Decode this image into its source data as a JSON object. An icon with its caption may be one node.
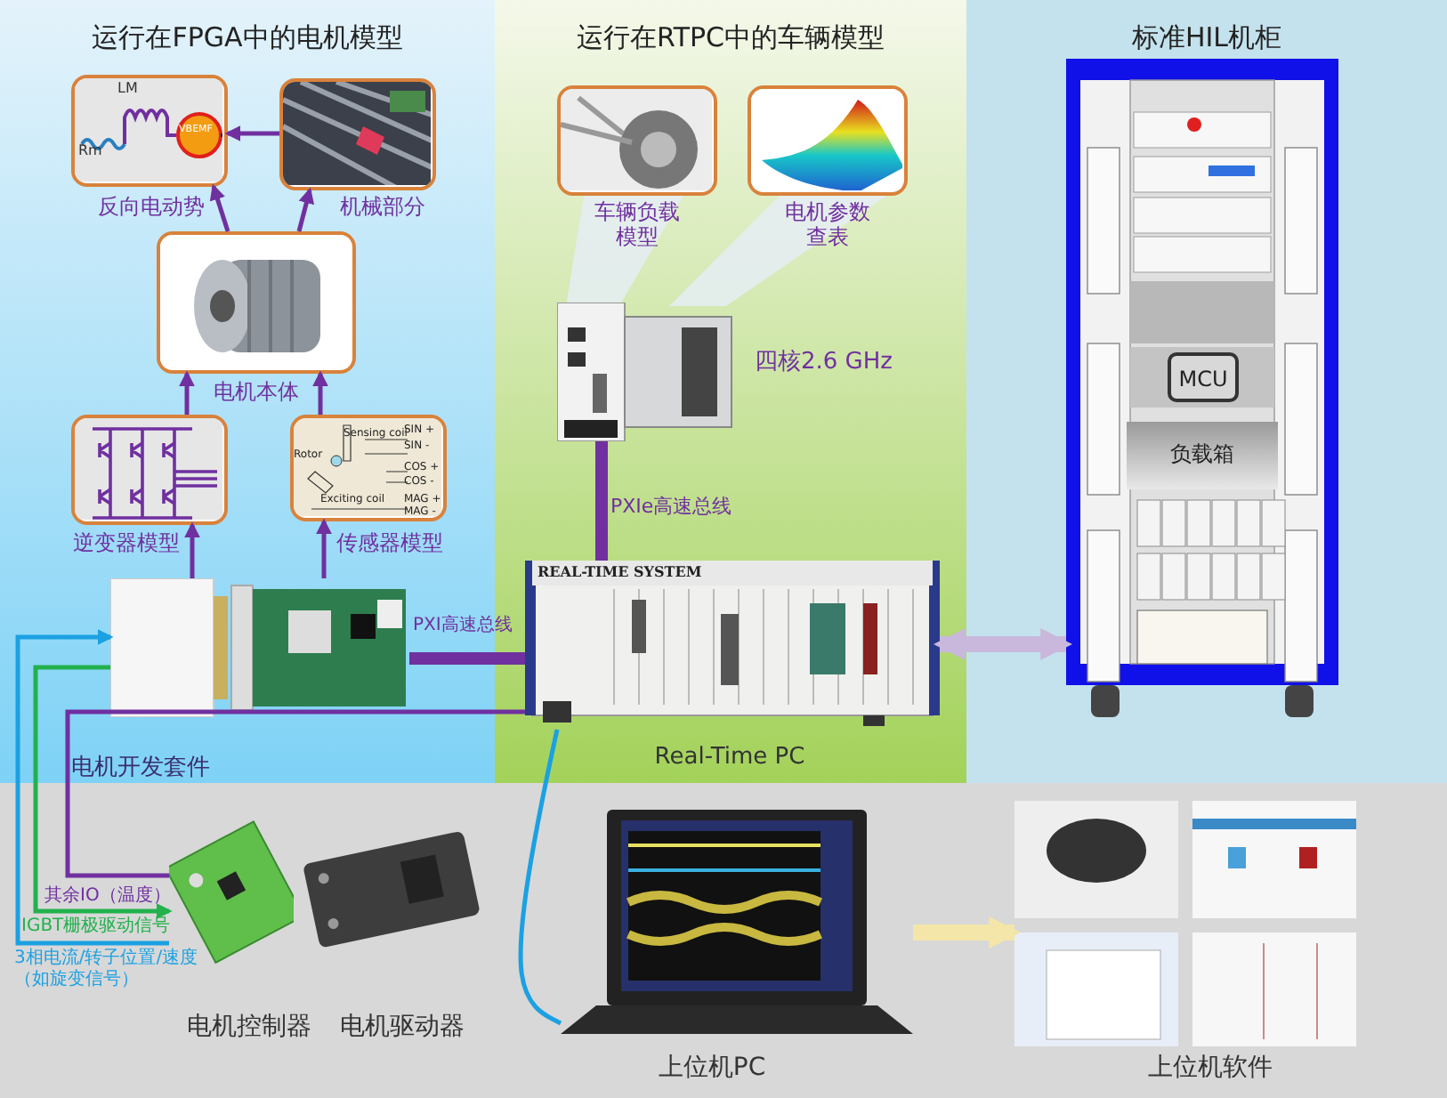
{
  "diagram": {
    "nodes": [
      {
        "text": [
          "运行在FPGA中的电机模型"
        ]
      },
      {
        "text": [],
        "shape": "picture",
        "in": 0,
        "beside": [
          "反向电动势"
        ]
      },
      {
        "text": [],
        "shape": "picture",
        "in": 0,
        "beside": [
          "机械部分"
        ]
      },
      {
        "text": [],
        "shape": "picture",
        "in": 0,
        "beside": [
          "电机本体"
        ]
      },
      {
        "text": [],
        "shape": "picture",
        "in": 0,
        "beside": [
          "逆变器模型"
        ]
      },
      {
        "text": [],
        "shape": "picture",
        "in": 0,
        "beside": [
          "传感器模型"
        ]
      },
      {
        "text": [],
        "shape": "picture",
        "in": 0,
        "beside": [
          "电机开发套件"
        ]
      },
      {
        "text": [
          "运行在RTPC中的车辆模型"
        ]
      },
      {
        "text": [],
        "shape": "picture",
        "in": 7,
        "beside": [
          "车辆负载模型"
        ]
      },
      {
        "text": [],
        "shape": "picture",
        "in": 7,
        "beside": [
          "电机参数查表"
        ]
      },
      {
        "text": [],
        "shape": "picture",
        "in": 7,
        "beside": [
          "四核2.6 GHz"
        ]
      },
      {
        "text": [],
        "shape": "picture",
        "in": 7,
        "beside": [
          "Real-Time PC"
        ]
      },
      {
        "text": [
          "标准HIL机柜"
        ]
      },
      {
        "text": [],
        "shape": "picture",
        "in": 12
      },
      {
        "text": [
          "MCU"
        ],
        "in": 13
      },
      {
        "text": [
          "负载箱"
        ],
        "in": 13
      },
      {
        "text": [],
        "shape": "picture",
        "beside": [
          "电机控制器"
        ]
      },
      {
        "text": [],
        "shape": "picture",
        "beside": [
          "电机驱动器"
        ]
      },
      {
        "text": [],
        "shape": "picture",
        "beside": [
          "上位机PC"
        ]
      },
      {
        "text": [],
        "shape": "picture",
        "beside": [
          "上位机软件"
        ]
      }
    ],
    "edges": [
      {
        "from": 2,
        "to": 1,
        "arrow": "to"
      },
      {
        "from": 3,
        "to": 1,
        "arrow": "to"
      },
      {
        "from": 3,
        "to": 2,
        "arrow": "to"
      },
      {
        "from": 4,
        "to": 3,
        "arrow": "to"
      },
      {
        "from": 5,
        "to": 3,
        "arrow": "to"
      },
      {
        "from": 6,
        "to": 4,
        "arrow": "to"
      },
      {
        "from": 6,
        "to": 5,
        "arrow": "to"
      },
      {
        "from": 6,
        "to": 11,
        "arrow": "none",
        "label": "PXI高速总线",
        "style": "thick"
      },
      {
        "from": 10,
        "to": 11,
        "arrow": "none",
        "label": "PXIe高速总线",
        "style": "thick"
      },
      {
        "from": 11,
        "to": 13,
        "arrow": "both",
        "style": "thick",
        "color": "#c9b8dc"
      },
      {
        "from": 11,
        "to": 16,
        "arrow": "none",
        "label": "其余IO（温度）"
      },
      {
        "from": 6,
        "to": 16,
        "arrow": "to",
        "label": "IGBT栅极驱动信号",
        "color": "#22b14c"
      },
      {
        "from": 16,
        "to": 6,
        "arrow": "to",
        "label": "3相电流/转子位置/速度（如旋变信号）",
        "color": "#1ba1e2"
      },
      {
        "from": 11,
        "to": 18,
        "arrow": "none",
        "color": "#1ba1e2"
      },
      {
        "from": 18,
        "to": 19,
        "arrow": "to",
        "style": "thick",
        "color": "#f3e6a8"
      }
    ],
    "labels": [
      "Rm",
      "LM",
      "VBEMF",
      "Rotor",
      "Sensing coil",
      "SIN +",
      "SIN -",
      "COS +",
      "COS -",
      "Exciting coil",
      "MAG +",
      "MAG -",
      "REAL-TIME SYSTEM"
    ]
  }
}
